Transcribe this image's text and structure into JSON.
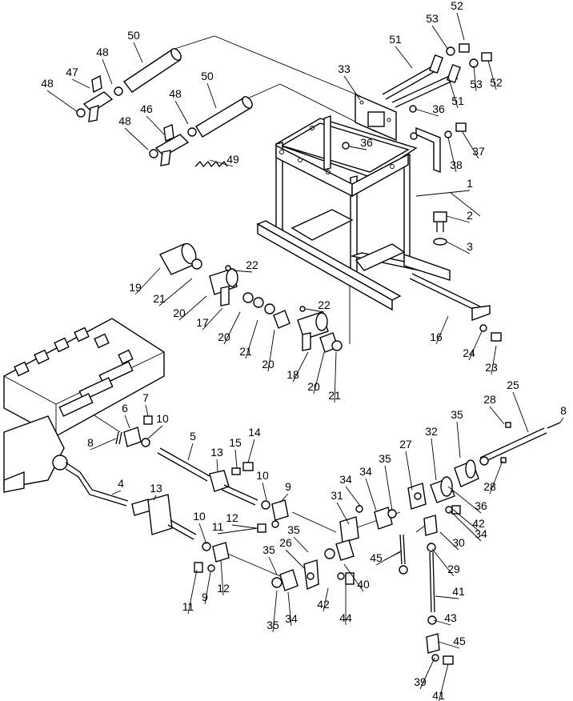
{
  "diagram": {
    "labels": [
      "52",
      "53",
      "51",
      "53",
      "52",
      "51",
      "50",
      "48",
      "47",
      "48",
      "33",
      "36",
      "50",
      "48",
      "46",
      "48",
      "36",
      "37",
      "38",
      "49",
      "1",
      "2",
      "3",
      "22",
      "19",
      "21",
      "20",
      "17",
      "20",
      "22",
      "21",
      "20",
      "18",
      "20",
      "21",
      "16",
      "24",
      "23",
      "7",
      "6",
      "10",
      "8",
      "5",
      "13",
      "15",
      "14",
      "4",
      "13",
      "10",
      "9",
      "12",
      "11",
      "10",
      "12",
      "9",
      "11",
      "28",
      "25",
      "35",
      "32",
      "27",
      "35",
      "34",
      "36",
      "34",
      "31",
      "35",
      "26",
      "35",
      "34",
      "42",
      "34",
      "30",
      "29",
      "45",
      "41",
      "40",
      "43",
      "42",
      "44",
      "39",
      "41",
      "45",
      "28",
      "8",
      "35"
    ]
  }
}
